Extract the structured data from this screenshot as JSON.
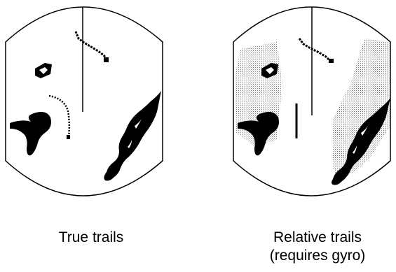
{
  "left_panel": {
    "caption": "True trails"
  },
  "right_panel": {
    "caption_line1": "Relative trails",
    "caption_line2": "(requires gyro)"
  },
  "colors": {
    "echo": "#000000",
    "trail_stipple": "#555555",
    "background": "#ffffff"
  }
}
